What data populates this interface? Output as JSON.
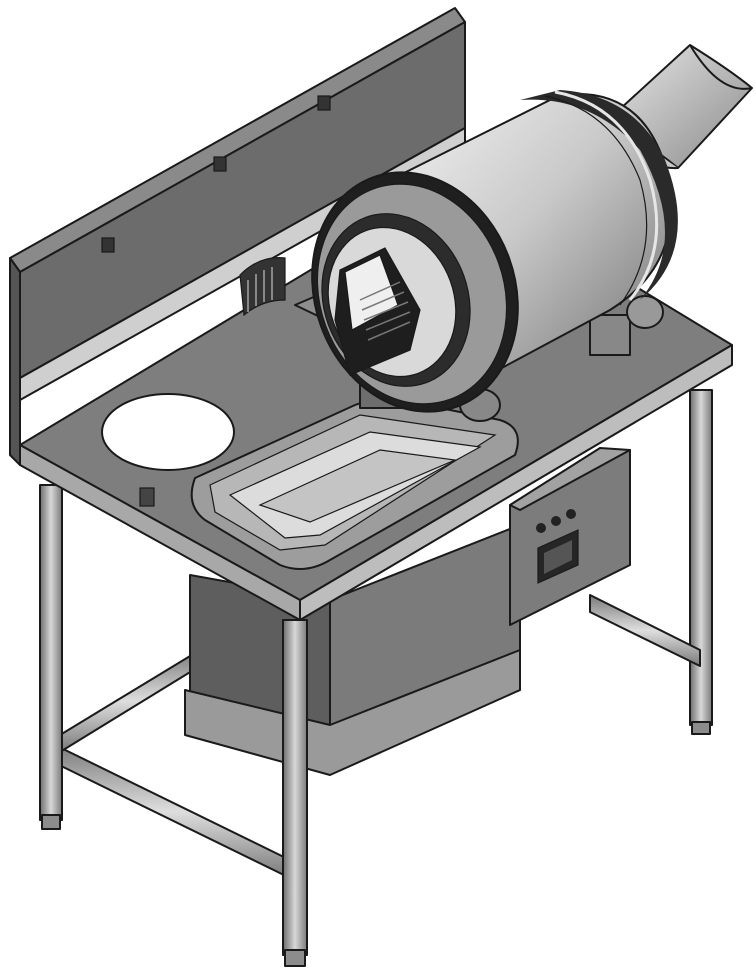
{
  "colors": {
    "background": "#ffffff",
    "outline": "#1a1a1a",
    "steel_dark": "#6e6e6e",
    "steel_mid": "#8c8c8c",
    "steel_light": "#b5b5b5",
    "steel_highlight": "#e2e2e2",
    "panel_dark": "#5a5a5a"
  },
  "icons": {
    "drum": "cylinder-drum",
    "chute": "curved-chute",
    "control_panel": "button-panel"
  }
}
